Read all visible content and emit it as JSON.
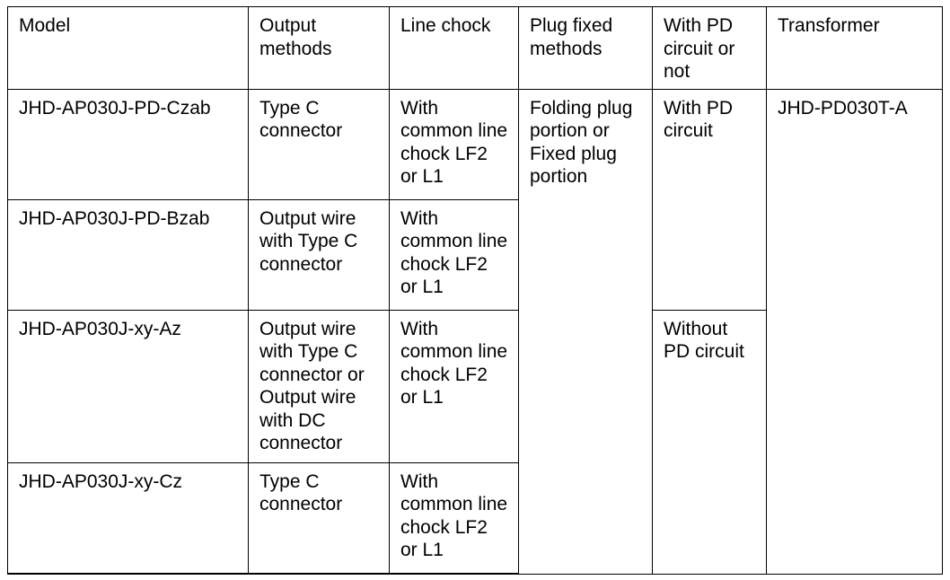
{
  "table": {
    "columns": [
      {
        "key": "model",
        "header": "Model"
      },
      {
        "key": "output",
        "header": "Output methods"
      },
      {
        "key": "chock",
        "header": "Line chock"
      },
      {
        "key": "plug",
        "header": "Plug fixed methods"
      },
      {
        "key": "pd",
        "header": "With PD circuit or not"
      },
      {
        "key": "transformer",
        "header": "Transformer"
      }
    ],
    "rows": [
      {
        "model": "JHD-AP030J-PD-Czab",
        "output": "Type C connector",
        "chock": "With common line chock LF2 or L1"
      },
      {
        "model": "JHD-AP030J-PD-Bzab",
        "output": "Output wire with Type C connector",
        "chock": "With common line chock LF2 or L1"
      },
      {
        "model": "JHD-AP030J-xy-Az",
        "output": "Output wire with Type C connector or Output wire with DC connector",
        "chock": "With common line chock LF2 or L1"
      },
      {
        "model": "JHD-AP030J-xy-Cz",
        "output": "Type C connector",
        "chock": "With common line chock LF2 or L1"
      }
    ],
    "merged": {
      "plug_fixed_methods": "Folding plug portion or Fixed plug portion",
      "pd_with": "With PD circuit",
      "pd_without": "Without PD circuit",
      "transformer": "JHD-PD030T-A"
    },
    "colors": {
      "border": "#000000",
      "text": "#000000",
      "background": "#ffffff"
    }
  }
}
